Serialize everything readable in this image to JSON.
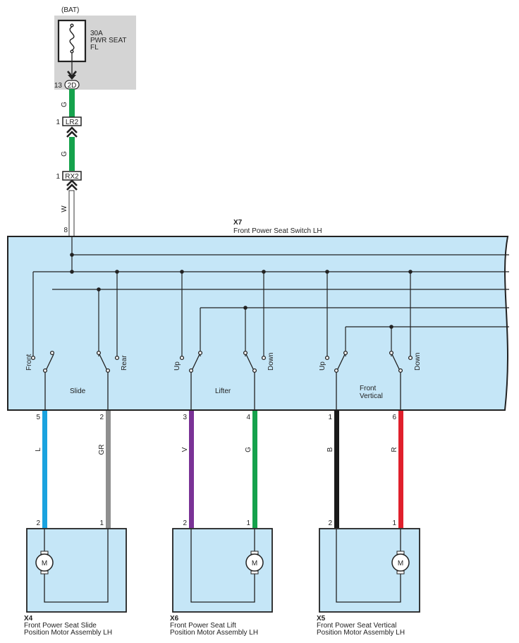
{
  "colors": {
    "background": "#ffffff",
    "fuse_box": "#d4d4d4",
    "module_fill": "#c5e6f7",
    "outline": "#222222",
    "wire_G": "#15a24c",
    "wire_W": "#ffffff",
    "wire_L": "#1aa3df",
    "wire_GR": "#8f8f8f",
    "wire_V": "#7a3296",
    "wire_B": "#1a1a1a",
    "wire_R": "#e0202c"
  },
  "fuse": {
    "source": "(BAT)",
    "rating": "30A",
    "name_line1": "PWR SEAT",
    "name_line2": "FL",
    "connector": "2D",
    "pin": "13",
    "wire_color": "G"
  },
  "junctions": [
    {
      "connector": "LR2",
      "pin": "1",
      "wire_color": "G"
    },
    {
      "connector": "RX2",
      "pin": "1",
      "wire_color": "W"
    }
  ],
  "switch": {
    "code": "X7",
    "name": "Front Power Seat Switch LH",
    "input_pin": "8",
    "groups": [
      {
        "name_line1": "Slide",
        "name_line2": "",
        "left_label": "Front",
        "right_label": "Rear"
      },
      {
        "name_line1": "Lifter",
        "name_line2": "",
        "left_label": "Up",
        "right_label": "Down"
      },
      {
        "name_line1": "Front",
        "name_line2": "Vertical",
        "left_label": "Up",
        "right_label": "Down"
      }
    ],
    "outputs": [
      {
        "pin": "5",
        "wire": "L"
      },
      {
        "pin": "2",
        "wire": "GR"
      },
      {
        "pin": "3",
        "wire": "V"
      },
      {
        "pin": "4",
        "wire": "G"
      },
      {
        "pin": "1",
        "wire": "B"
      },
      {
        "pin": "6",
        "wire": "R"
      }
    ]
  },
  "motors": [
    {
      "code": "X4",
      "name_line1": "Front Power Seat Slide",
      "name_line2": "Position Motor Assembly LH",
      "pin_left": "2",
      "pin_right": "1",
      "symbol": "M"
    },
    {
      "code": "X6",
      "name_line1": "Front Power Seat Lift",
      "name_line2": "Position Motor Assembly LH",
      "pin_left": "2",
      "pin_right": "1",
      "symbol": "M"
    },
    {
      "code": "X5",
      "name_line1": "Front Power Seat Vertical",
      "name_line2": "Position Motor Assembly LH",
      "pin_left": "2",
      "pin_right": "1",
      "symbol": "M"
    }
  ]
}
